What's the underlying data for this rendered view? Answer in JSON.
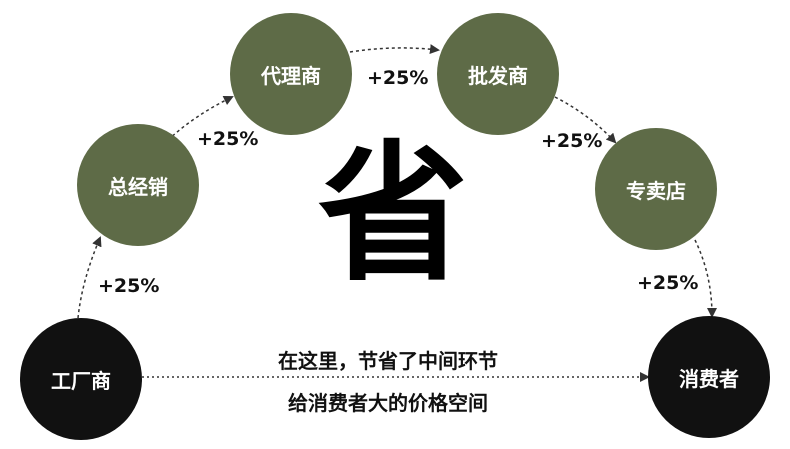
{
  "colors": {
    "stage_fill": "#5e6b47",
    "endpoint_fill": "#111111",
    "arrow": "#333333"
  },
  "nodes": [
    {
      "id": "factory",
      "label": "工厂商"
    },
    {
      "id": "general-dealer",
      "label": "总经销"
    },
    {
      "id": "agent",
      "label": "代理商"
    },
    {
      "id": "wholesaler",
      "label": "批发商"
    },
    {
      "id": "store",
      "label": "专卖店"
    },
    {
      "id": "consumer",
      "label": "消费者"
    }
  ],
  "markups": [
    "+25%",
    "+25%",
    "+25%",
    "+25%",
    "+25%"
  ],
  "center_char": "省",
  "caption": {
    "line1": "在这里，节省了中间环节",
    "line2": "给消费者大的价格空间"
  }
}
